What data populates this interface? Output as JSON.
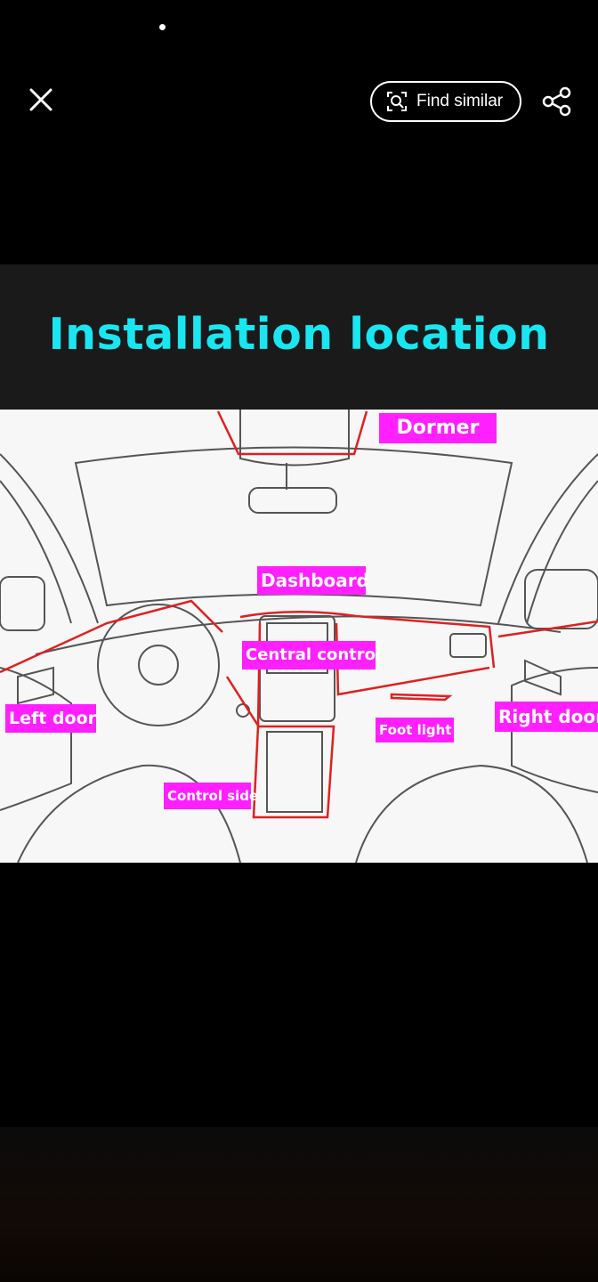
{
  "top_bar": {
    "find_similar_label": "Find similar",
    "icons": {
      "close": "close-icon",
      "find_similar": "image-search-icon",
      "share": "share-icon"
    }
  },
  "image": {
    "headline": "Installation location",
    "headline_color": "#19e6f0",
    "tag_color": "#ff1fff",
    "outline_color": "#e02020",
    "tags": {
      "dormer": "Dormer",
      "dashboard": "Dashboard",
      "central_control": "Central control",
      "left_door": "Left door",
      "right_door": "Right door",
      "foot_light": "Foot light",
      "control_side": "Control side"
    }
  }
}
